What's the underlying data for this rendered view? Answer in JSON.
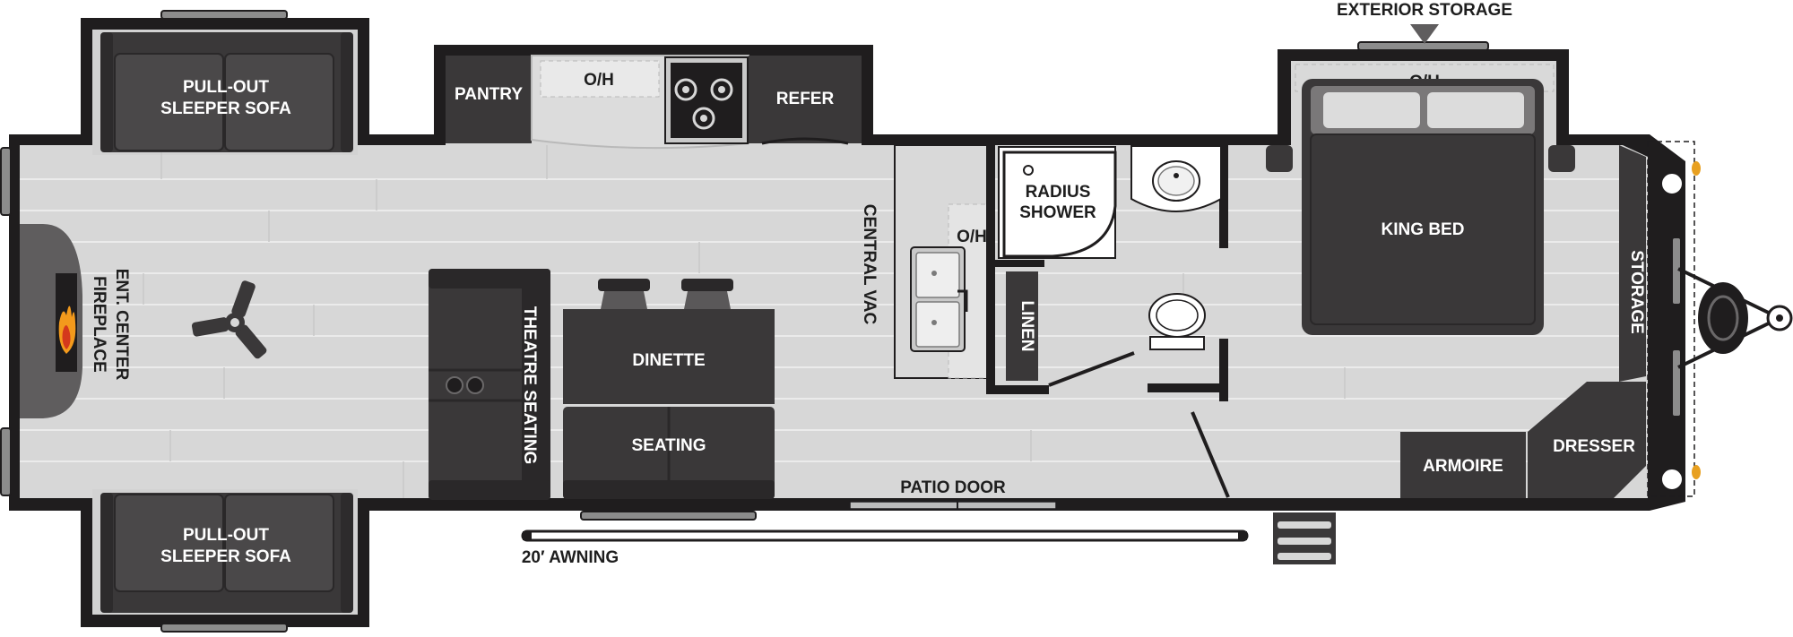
{
  "labels": {
    "exterior_storage": "EXTERIOR STORAGE",
    "slide_oh_left": "O/H",
    "bedroom_oh": "O/H",
    "bath_oh": "O/H",
    "pantry": "PANTRY",
    "refer": "REFER",
    "sofa_top_line1": "PULL-OUT",
    "sofa_top_line2": "SLEEPER SOFA",
    "sofa_bottom_line1": "PULL-OUT",
    "sofa_bottom_line2": "SLEEPER SOFA",
    "ent_center": "ENT. CENTER",
    "fireplace": "FIREPLACE",
    "theatre_seating": "THEATRE SEATING",
    "dinette": "DINETTE",
    "seating": "SEATING",
    "central_vac": "CENTRAL VAC",
    "radius_shower_line1": "RADIUS",
    "radius_shower_line2": "SHOWER",
    "linen": "LINEN",
    "king_bed": "KING BED",
    "storage": "STORAGE",
    "armoire": "ARMOIRE",
    "dresser": "DRESSER",
    "patio_door": "PATIO DOOR",
    "awning": "20′ AWNING"
  },
  "colors": {
    "wall": "#1f1d1e",
    "floor": "#d7d7d7",
    "plank_line": "#f2f2f2",
    "furniture_dark": "#3a3839",
    "furniture_mid": "#4a4849",
    "counter": "#d9d9d9",
    "accent_flame": "#f39a1c",
    "marker_light": "#e8a020"
  }
}
